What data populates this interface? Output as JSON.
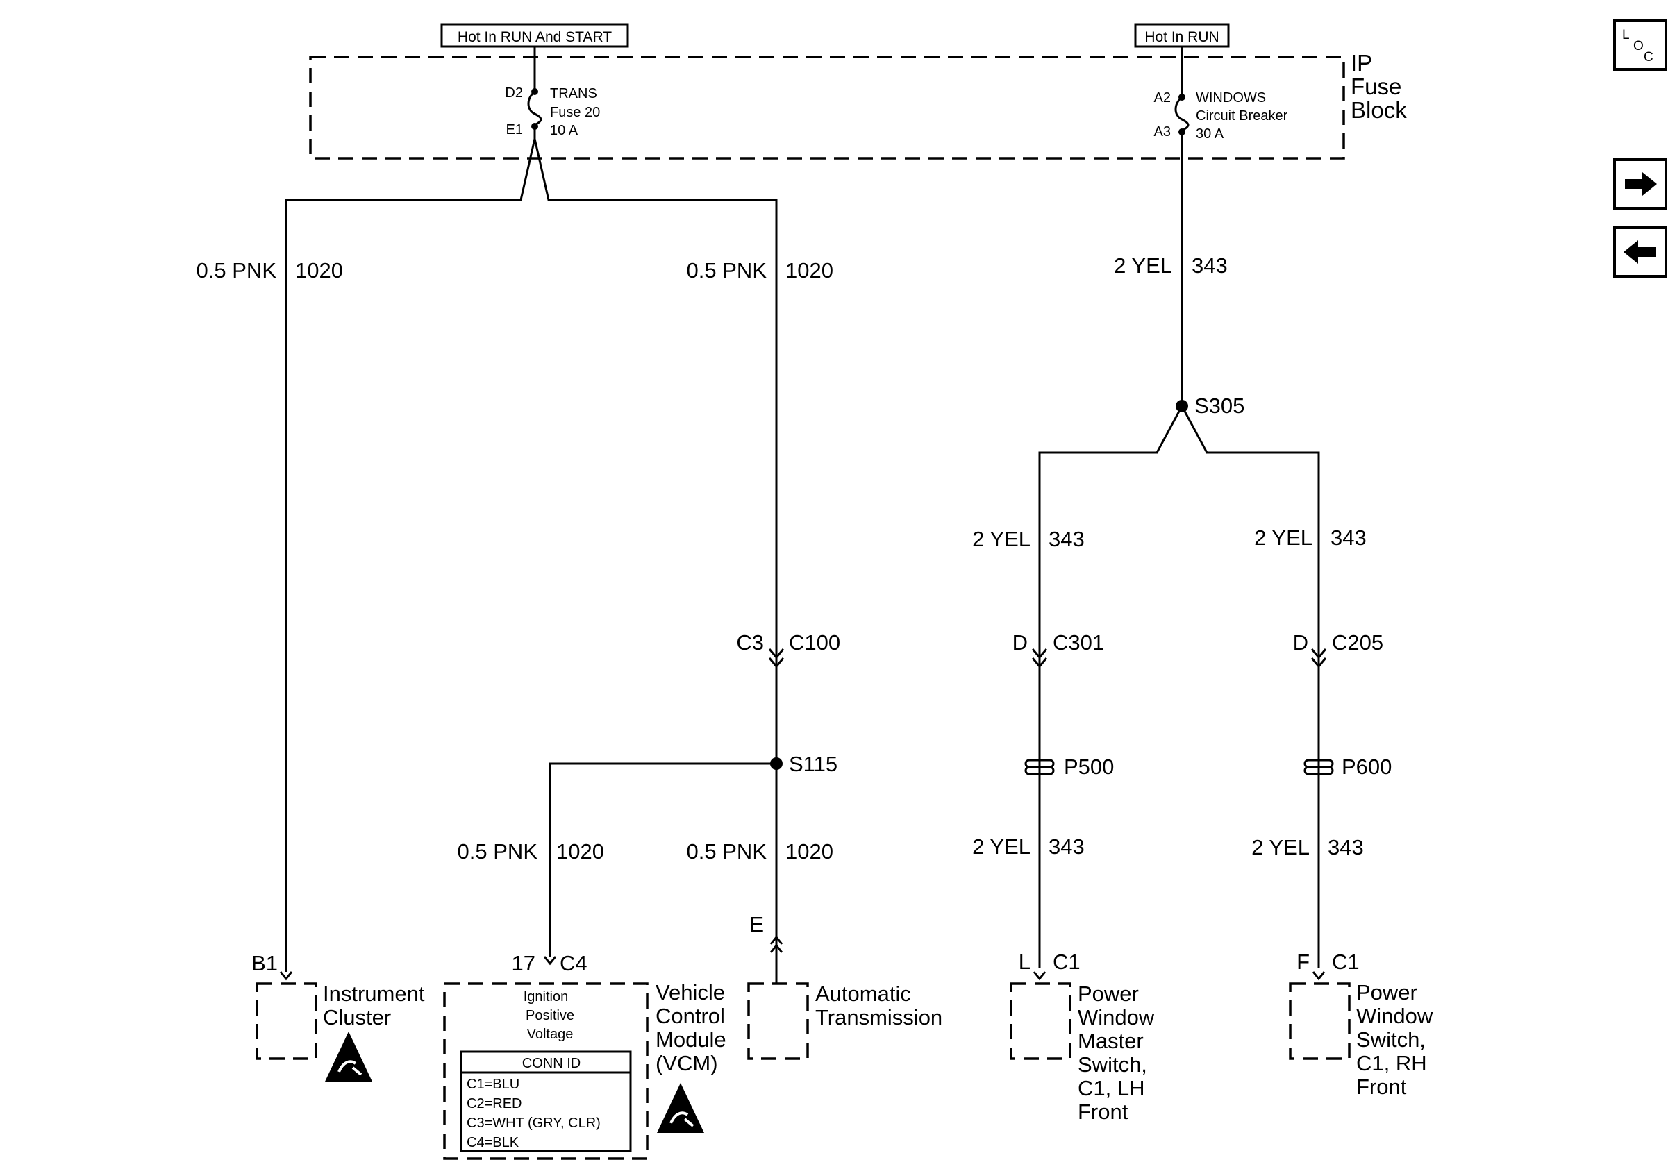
{
  "hot_labels": {
    "left": "Hot In RUN And START",
    "right": "Hot In RUN"
  },
  "fuse_block": {
    "name_line1": "IP",
    "name_line2": "Fuse",
    "name_line3": "Block",
    "fuse": {
      "pin_top": "D2",
      "pin_bottom": "E1",
      "line1": "TRANS",
      "line2": "Fuse 20",
      "line3": "10 A"
    },
    "breaker": {
      "pin_top": "A2",
      "pin_bottom": "A3",
      "line1": "WINDOWS",
      "line2": "Circuit Breaker",
      "line3": "30 A"
    }
  },
  "wires": {
    "w_left_top": {
      "gauge_color": "0.5 PNK",
      "circuit": "1020"
    },
    "w_mid_top": {
      "gauge_color": "0.5 PNK",
      "circuit": "1020"
    },
    "w_vcm": {
      "gauge_color": "0.5 PNK",
      "circuit": "1020"
    },
    "w_trans": {
      "gauge_color": "0.5 PNK",
      "circuit": "1020"
    },
    "w_right_top": {
      "gauge_color": "2 YEL",
      "circuit": "343"
    },
    "w_lh_upper": {
      "gauge_color": "2 YEL",
      "circuit": "343"
    },
    "w_rh_upper": {
      "gauge_color": "2 YEL",
      "circuit": "343"
    },
    "w_lh_lower": {
      "gauge_color": "2 YEL",
      "circuit": "343"
    },
    "w_rh_lower": {
      "gauge_color": "2 YEL",
      "circuit": "343"
    }
  },
  "splices": {
    "s305": "S305",
    "s115": "S115"
  },
  "connectors": {
    "c100": {
      "pin": "C3",
      "name": "C100"
    },
    "c301": {
      "pin": "D",
      "name": "C301"
    },
    "c205": {
      "pin": "D",
      "name": "C205"
    },
    "p500": "P500",
    "p600": "P600",
    "trans_pin": "E"
  },
  "components": {
    "instrument_cluster": {
      "pin": "B1",
      "line1": "Instrument",
      "line2": "Cluster"
    },
    "vcm": {
      "pin": "17",
      "conn": "C4",
      "input_line1": "Ignition",
      "input_line2": "Positive",
      "input_line3": "Voltage",
      "name_line1": "Vehicle",
      "name_line2": "Control",
      "name_line3": "Module",
      "name_line4": "(VCM)",
      "conn_id_title": "CONN ID",
      "conn_id": [
        "C1=BLU",
        "C2=RED",
        "C3=WHT (GRY, CLR)",
        "C4=BLK"
      ]
    },
    "automatic_transmission": {
      "line1": "Automatic",
      "line2": "Transmission"
    },
    "lh_switch": {
      "pin": "L",
      "conn": "C1",
      "line1": "Power",
      "line2": "Window",
      "line3": "Master",
      "line4": "Switch,",
      "line5": "C1, LH",
      "line6": "Front"
    },
    "rh_switch": {
      "pin": "F",
      "conn": "C1",
      "line1": "Power",
      "line2": "Window",
      "line3": "Switch,",
      "line4": "C1, RH",
      "line5": "Front"
    }
  },
  "nav": {
    "loc_l": "L",
    "loc_o": "O",
    "loc_c": "C",
    "next_icon": "arrow-right-icon",
    "prev_icon": "arrow-left-icon"
  }
}
